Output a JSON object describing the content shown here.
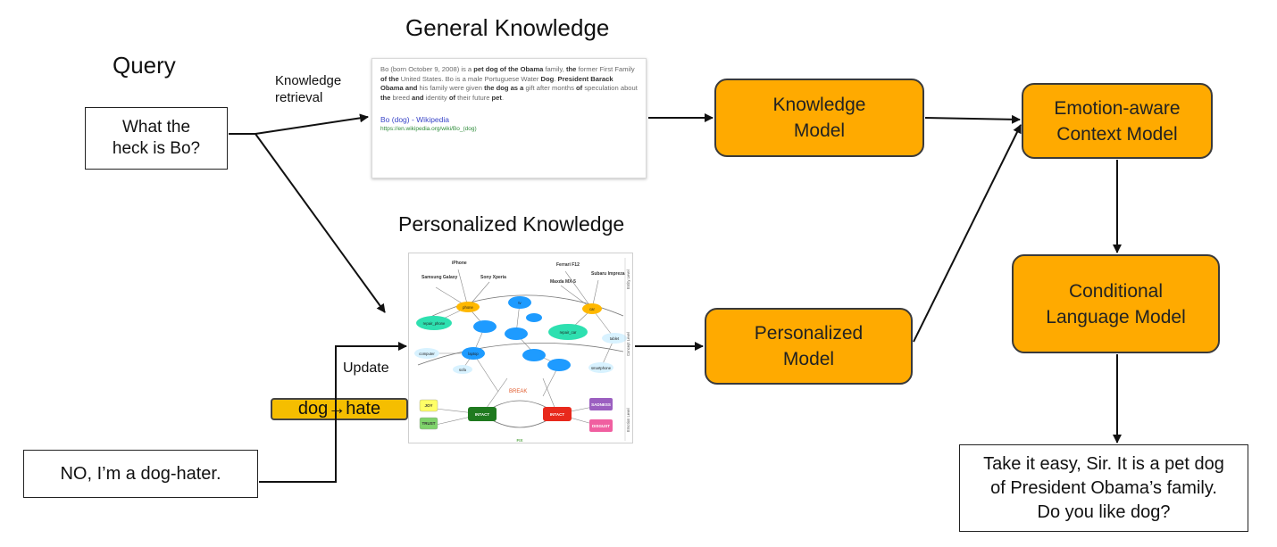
{
  "labels": {
    "general_knowledge": "General Knowledge",
    "personalized_knowledge": "Personalized Knowledge",
    "query": "Query",
    "knowledge_retrieval_line1": "Knowledge",
    "knowledge_retrieval_line2": "retrieval",
    "update": "Update"
  },
  "query_box": {
    "line1": "What the",
    "line2": "heck is Bo?"
  },
  "user_reply": "NO, I’m a dog-hater.",
  "update_tag": "dog→hate",
  "models": {
    "knowledge": {
      "line1": "Knowledge",
      "line2": "Model"
    },
    "personalized": {
      "line1": "Personalized",
      "line2": "Model"
    },
    "emotion": {
      "line1": "Emotion-aware",
      "line2": "Context Model"
    },
    "conditional": {
      "line1": "Conditional",
      "line2": "Language Model"
    }
  },
  "response": {
    "line1": "Take it easy, Sir. It is a pet dog",
    "line2": "of President Obama’s family.",
    "line3": "Do you like dog?"
  },
  "wiki_card": {
    "snippet_1": "Bo (born October 9, 2008) is a ",
    "snippet_2": "pet dog of the Obama",
    "snippet_3": " family, ",
    "snippet_4": "the",
    "snippet_5": " former First Family ",
    "snippet_6": "of the",
    "snippet_7": " United States. Bo is a male Portuguese Water ",
    "snippet_8": "Dog",
    "snippet_9": ". ",
    "snippet_10": "President Barack Obama and",
    "snippet_11": " his family were given ",
    "snippet_12": "the dog as a",
    "snippet_13": " gift after months ",
    "snippet_14": "of",
    "snippet_15": " speculation about ",
    "snippet_16": "the",
    "snippet_17": " breed ",
    "snippet_18": "and",
    "snippet_19": " identity ",
    "snippet_20": "of",
    "snippet_21": " their future ",
    "snippet_22": "pet",
    "snippet_23": ".",
    "link": "Bo (dog) - Wikipedia",
    "url": "https://en.wikipedia.org/wiki/Bo_(dog)"
  },
  "graph": {
    "top_nodes": [
      "iPhone",
      "Samsung Galaxy",
      "Sony Xperia",
      "Ferrari F12",
      "Subaru Impreza",
      "Maxda MX-5"
    ],
    "mid_nodes": [
      "phone",
      "car",
      "repair_phone",
      "repair_car",
      "computer",
      "tablet",
      "smartphone",
      "laptop",
      "sofa",
      "tv"
    ],
    "affect": [
      "BREAK",
      "INTACT",
      "INTACT",
      "JOY",
      "TRUST",
      "SADNESS",
      "DISGUST",
      "FIX"
    ],
    "side": [
      "Entity Level",
      "Concept Level",
      "Emotion Level"
    ]
  },
  "colors": {
    "model_fill": "#FFAA00",
    "tag_fill": "#F5BE00",
    "node_blue": "#1E9BFF",
    "node_teal": "#2EE0B0",
    "node_orange": "#FFB800",
    "intact_green": "#1F7A1F",
    "intact_red": "#E8291C"
  }
}
